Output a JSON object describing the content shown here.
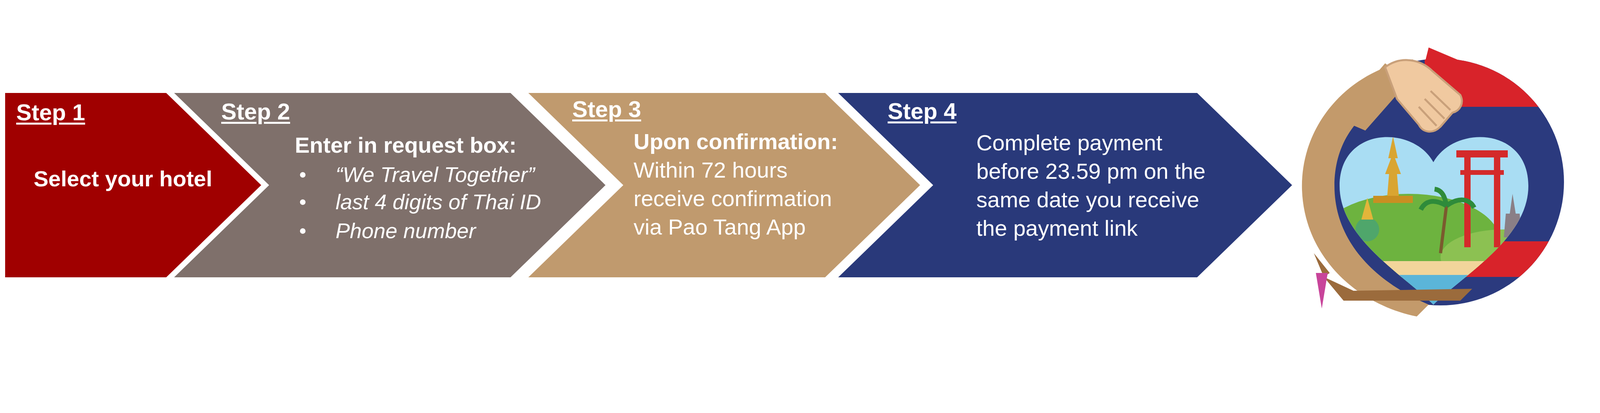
{
  "diagram": {
    "nodes": [
      {
        "text": [
          "Step 1",
          "Select your hotel"
        ]
      },
      {
        "text": [
          "Step 2",
          "Enter in request box:",
          "“We Travel Together”",
          "last 4 digits of Thai ID",
          "Phone number"
        ]
      },
      {
        "text": [
          "Step 3",
          "Upon confirmation:",
          "Within 72 hours receive confirmation via Pao Tang App"
        ]
      },
      {
        "text": [
          "Step 4",
          "Complete payment before 23.59 pm on the same date you receive the payment link"
        ]
      }
    ]
  }
}
